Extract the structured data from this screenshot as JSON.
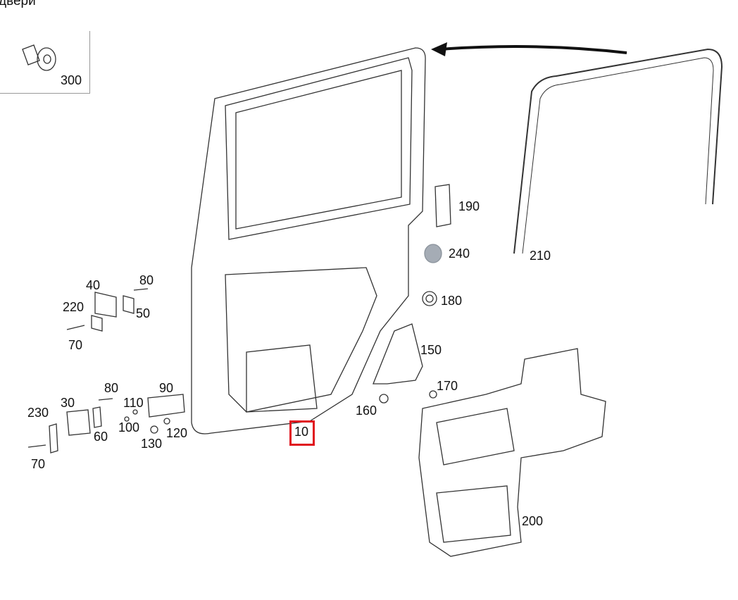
{
  "title": "двери",
  "highlight_color": "#e0141e",
  "highlighted_part": "10",
  "parts": {
    "p300": "300",
    "p190": "190",
    "p240": "240",
    "p210": "210",
    "p180": "180",
    "p40": "40",
    "p80a": "80",
    "p220": "220",
    "p50": "50",
    "p70a": "70",
    "p150": "150",
    "p170": "170",
    "p160": "160",
    "p10": "10",
    "p80b": "80",
    "p90": "90",
    "p230": "230",
    "p30": "30",
    "p110": "110",
    "p100": "100",
    "p60": "60",
    "p120": "120",
    "p130": "130",
    "p70b": "70",
    "p200": "200"
  }
}
